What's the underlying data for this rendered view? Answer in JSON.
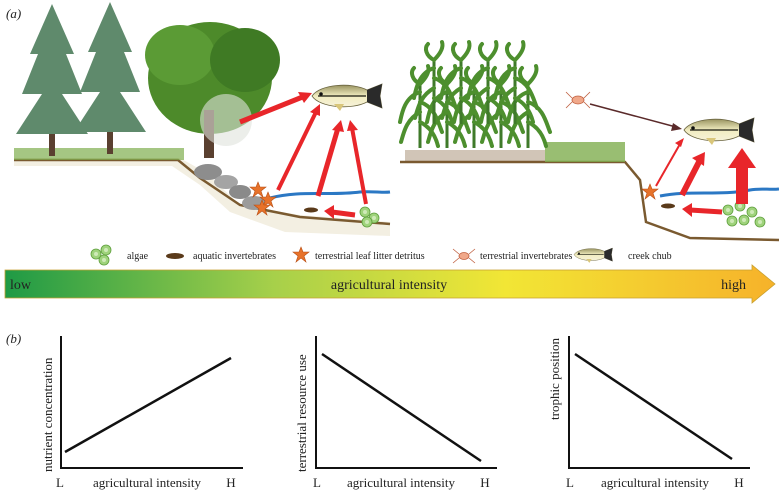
{
  "figure": {
    "label_a": "(a)",
    "label_b": "(b)"
  },
  "legend": {
    "algae": "algae",
    "aquatic_invertebrates": "aquatic invertebrates",
    "terrestrial_leaf_litter": "terrestrial leaf litter detritus",
    "terrestrial_invertebrates": "terrestrial invertebrates",
    "creek_chub": "creek chub"
  },
  "gradient_bar": {
    "low": "low",
    "middle": "agricultural intensity",
    "high": "high",
    "colors": [
      "#1f9a45",
      "#a7d04a",
      "#f2e635",
      "#f6b22a"
    ]
  },
  "arrow_color": "#e8262a",
  "plots": [
    {
      "ylabel": "nutrient concentration",
      "xlabel": "agricultural intensity",
      "x_low": "L",
      "x_high": "H",
      "trend": "increasing"
    },
    {
      "ylabel": "terrestrial resource use",
      "xlabel": "agricultural intensity",
      "x_low": "L",
      "x_high": "H",
      "trend": "decreasing"
    },
    {
      "ylabel": "trophic position",
      "xlabel": "agricultural intensity",
      "x_low": "L",
      "x_high": "H",
      "trend": "decreasing"
    }
  ]
}
